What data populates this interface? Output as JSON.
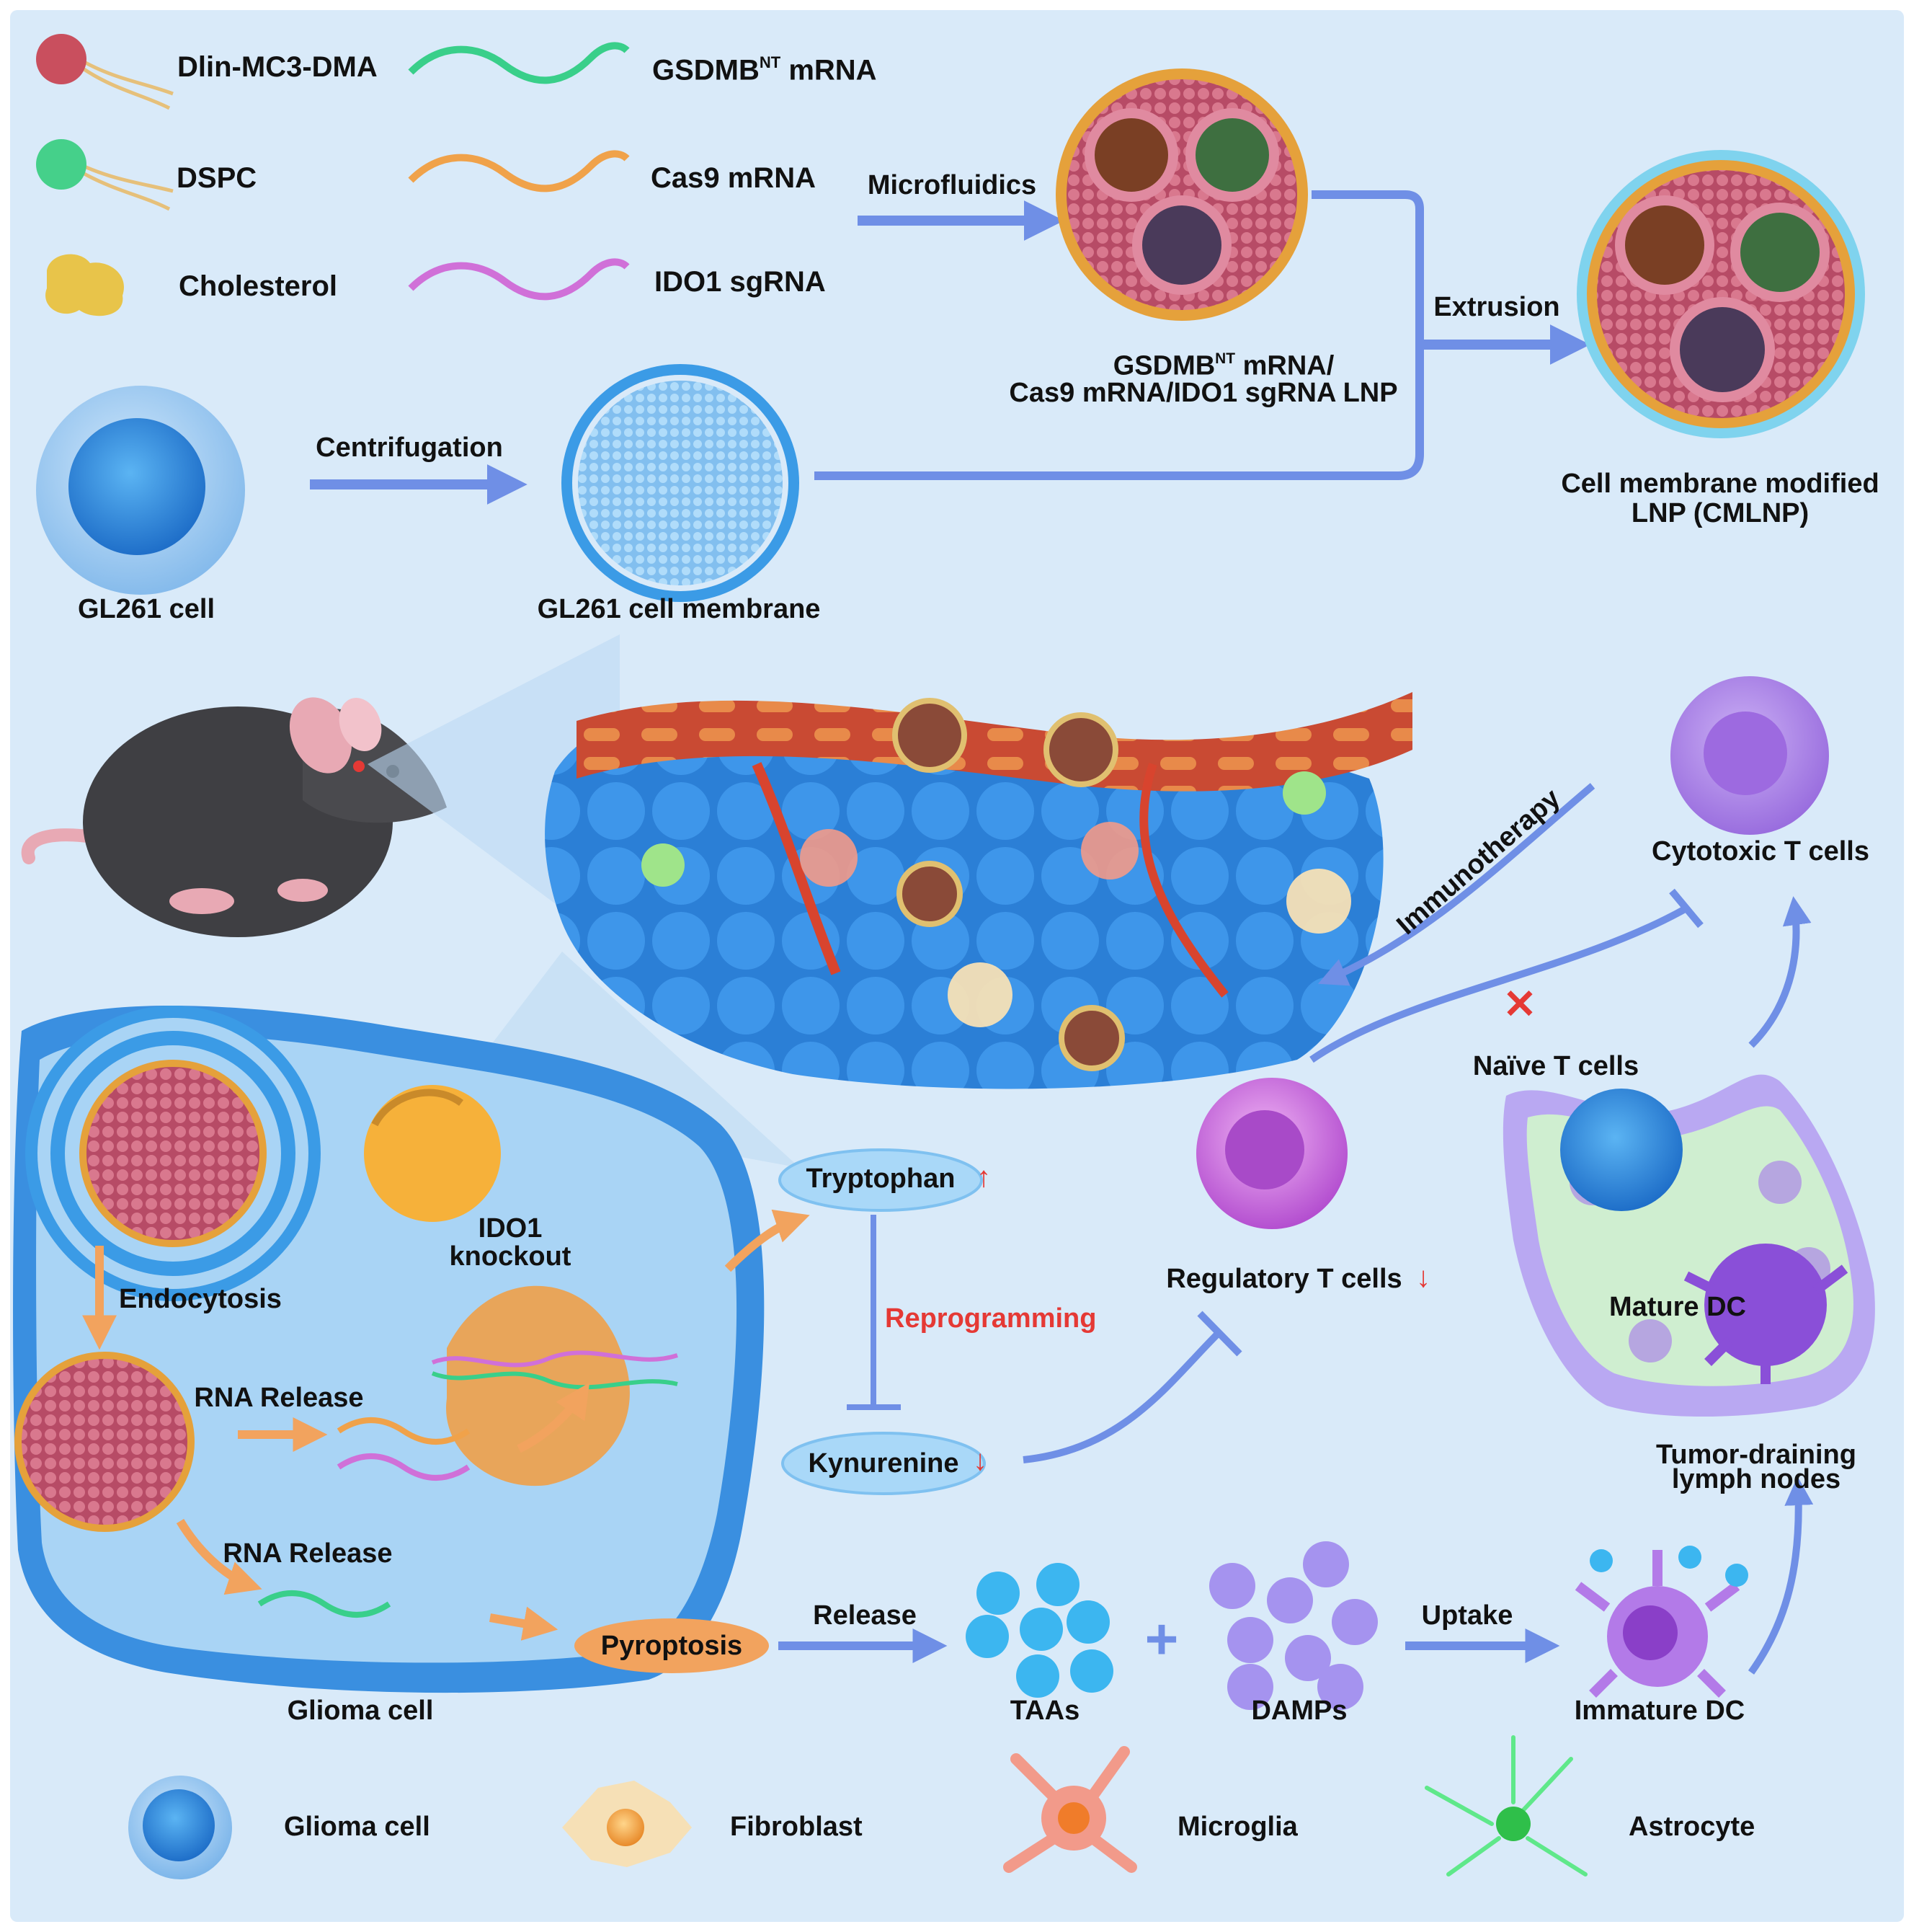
{
  "colors": {
    "background": "#d9eaf9",
    "arrow": "#6f8fe6",
    "orange_arrow": "#f2a35e",
    "emphasis_red": "#e53935",
    "glioma_blue": "#2f8fe0",
    "lipid_pink": "#c85a73",
    "dspc_green": "#45d08a",
    "cholesterol_yellow": "#e8c44a",
    "gsdmb_green": "#39cf8a",
    "cas9_orange": "#f0a24a",
    "sgrna_pink": "#d070d8"
  },
  "components": {
    "dlin": "Dlin-MC3-DMA",
    "dspc": "DSPC",
    "cholesterol": "Cholesterol",
    "gsdmb_prefix": "GSDMB",
    "gsdmb_sup": "NT",
    "gsdmb_suffix": " mRNA",
    "cas9": "Cas9 mRNA",
    "ido1": "IDO1 sgRNA"
  },
  "steps": {
    "microfluidics": "Microfluidics",
    "extrusion": "Extrusion",
    "centrifugation": "Centrifugation"
  },
  "particles": {
    "lnp_line1_prefix": "GSDMB",
    "lnp_line1_sup": "NT",
    "lnp_line1_suffix": " mRNA/",
    "lnp_line2": "Cas9 mRNA/IDO1 sgRNA LNP",
    "cmlnp_line1": "Cell membrane modified",
    "cmlnp_line2": "LNP (CMLNP)",
    "gl261_cell": "GL261 cell",
    "gl261_membrane": "GL261 cell membrane"
  },
  "mechanism": {
    "endocytosis": "Endocytosis",
    "ido1_ko_line1": "IDO1",
    "ido1_ko_line2": "knockout",
    "rna_release_1": "RNA Release",
    "rna_release_2": "RNA Release",
    "pyroptosis": "Pyroptosis",
    "glioma_cell": "Glioma cell",
    "tryptophan": "Tryptophan",
    "kynurenine": "Kynurenine",
    "reprogramming": "Reprogramming",
    "up_arrow": "↑",
    "down_arrow": "↓"
  },
  "immune": {
    "immunotherapy": "Immunotherapy",
    "cytotoxic_t": "Cytotoxic T cells",
    "naive_t": "Naïve T cells",
    "regulatory_t": "Regulatory T cells",
    "mature_dc": "Mature DC",
    "tdln_line1": "Tumor-draining",
    "tdln_line2": "lymph nodes",
    "release": "Release",
    "taas": "TAAs",
    "plus": "+",
    "damps": "DAMPs",
    "uptake": "Uptake",
    "immature_dc": "Immature DC",
    "blocked_mark": "✕"
  },
  "legend": {
    "glioma": "Glioma cell",
    "fibroblast": "Fibroblast",
    "microglia": "Microglia",
    "astrocyte": "Astrocyte"
  }
}
